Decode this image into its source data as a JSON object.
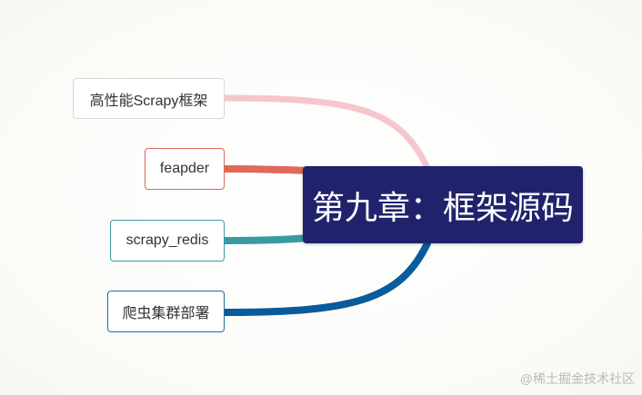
{
  "root": {
    "label": "第九章：框架源码",
    "color": "#20236b",
    "text_color": "#ffffff"
  },
  "branches": [
    {
      "label": "高性能Scrapy框架",
      "color": "#f5c6cc"
    },
    {
      "label": "feapder",
      "color": "#e0695a"
    },
    {
      "label": "scrapy_redis",
      "color": "#3a9aa4"
    },
    {
      "label": "爬虫集群部署",
      "color": "#0a5b9c"
    }
  ],
  "watermark": "@稀土掘金技术社区"
}
